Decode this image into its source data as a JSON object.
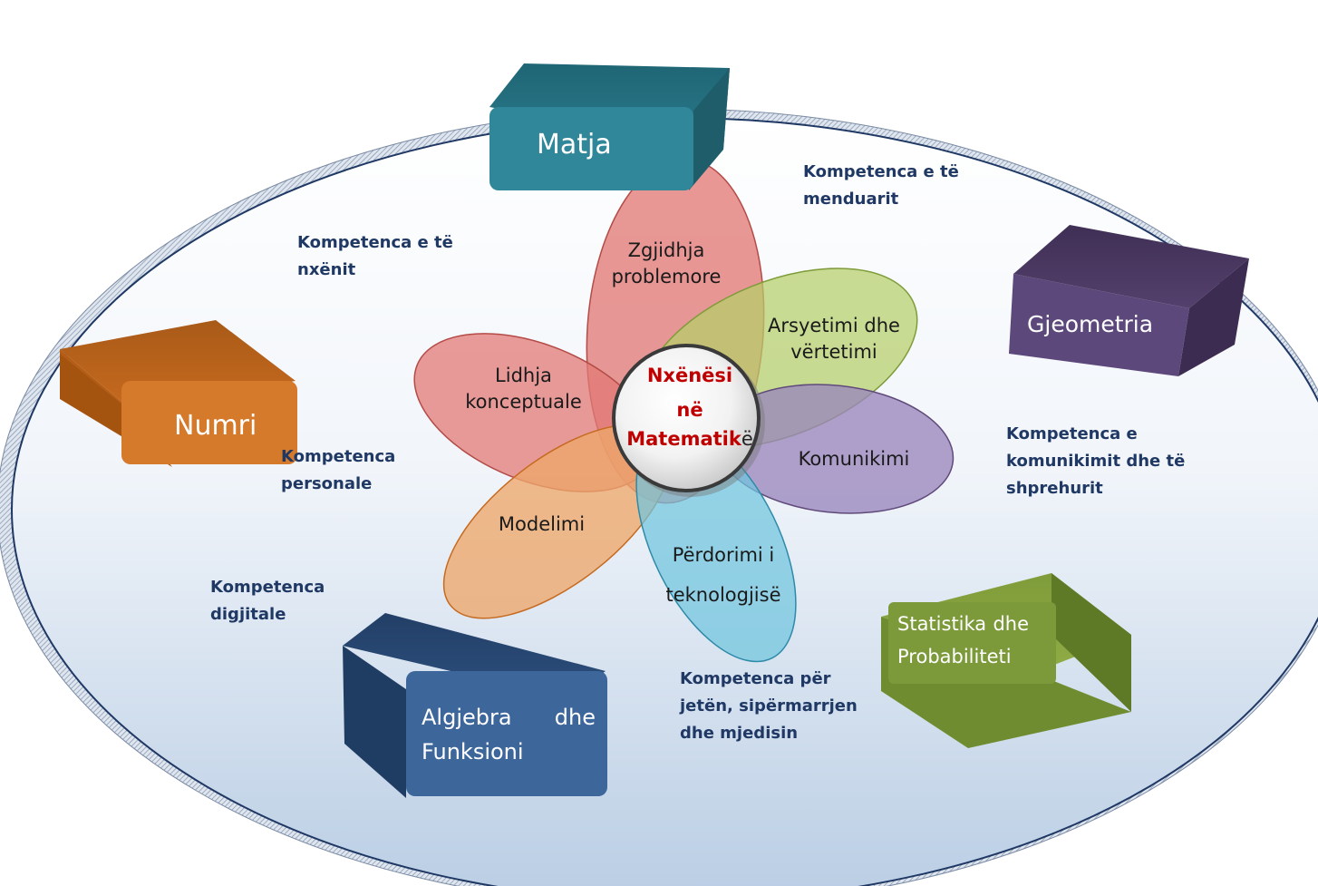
{
  "center": {
    "line1": "Nxënësi",
    "line2": "në",
    "line3_bold": "Matematik",
    "line3_tail": "ë"
  },
  "petals": {
    "problem_solving": [
      "Zgjidhja",
      "problemore"
    ],
    "reasoning": [
      "Arsyetimi dhe",
      "vërtetimi"
    ],
    "connections": [
      "Lidhja",
      "konceptuale"
    ],
    "communication": [
      "Komunikimi"
    ],
    "modeling": [
      "Modelimi"
    ],
    "technology": [
      "Përdorimi i",
      "teknologjisë"
    ]
  },
  "boxes": {
    "matja": "Matja",
    "gjeometria": "Gjeometria",
    "numri": "Numri",
    "algjebra": [
      "Algjebra",
      "dhe",
      "Funksioni"
    ],
    "statistika": [
      "Statistika",
      "dhe",
      "Probabiliteti"
    ]
  },
  "competences": {
    "thinking": [
      "Kompetenca e të",
      "menduarit"
    ],
    "learning": [
      "Kompetenca e të",
      "nxënit"
    ],
    "personal": [
      "Kompetenca",
      "personale"
    ],
    "digital": [
      "Kompetenca",
      "digjitale"
    ],
    "communication": [
      "Kompetenca e",
      "komunikimit dhe të",
      "shprehurit"
    ],
    "life": [
      "Kompetenca për",
      "jetën, sipërmarrjen",
      "dhe mjedisin"
    ]
  },
  "colors": {
    "background_oval_top": "#ffffff",
    "background_oval_bottom": "#b9cde4",
    "oval_border": "#1f3864",
    "matja": "#31849b",
    "gjeometria": "#604a7b",
    "numri": "#e46c0a",
    "algjebra": "#2e5b94",
    "statistika": "#77933c",
    "petal_red": "#d9534f",
    "petal_green": "#a9c75a",
    "petal_purple": "#8064a2",
    "petal_blue": "#4bacc6",
    "petal_orange": "#e9a15c",
    "center_text": "#c00000"
  }
}
